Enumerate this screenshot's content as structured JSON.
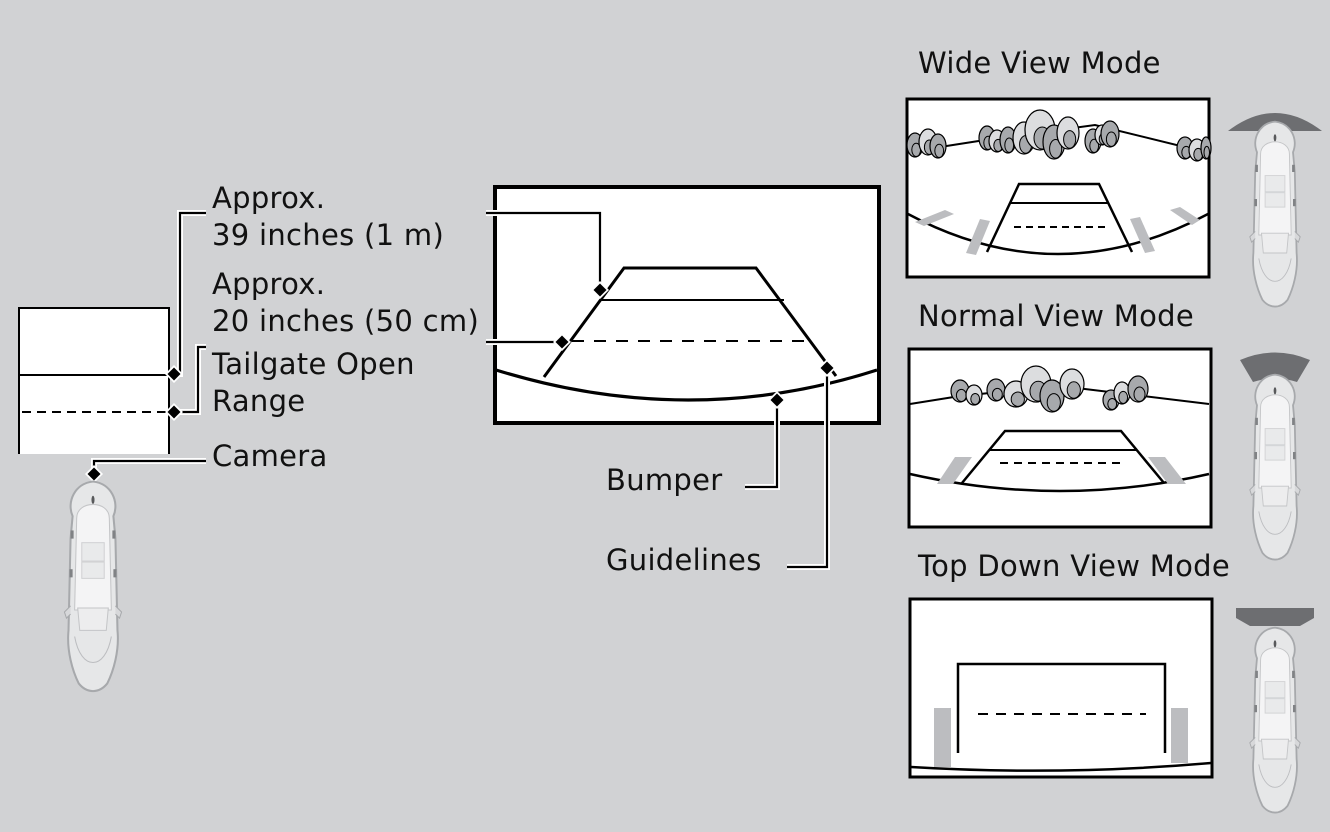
{
  "diagram": {
    "title": "Rearview camera guidelines and view modes",
    "background_color": "#d1d2d4",
    "guideline_color": "#000000",
    "callouts": {
      "distance_1m": {
        "line1": "Approx.",
        "line2": "39 inches (1 m)"
      },
      "distance_50cm": {
        "line1": "Approx.",
        "line2": "20 inches (50 cm)"
      },
      "tailgate": {
        "line1": "Tailgate Open",
        "line2": "Range"
      },
      "camera": "Camera",
      "bumper": "Bumper",
      "guidelines": "Guidelines"
    },
    "view_modes": [
      {
        "name": "Wide View Mode",
        "icon": "wide-view-fan-icon"
      },
      {
        "name": "Normal View Mode",
        "icon": "normal-view-fan-icon"
      },
      {
        "name": "Top Down View Mode",
        "icon": "top-down-view-icon"
      }
    ],
    "vehicle_icon": "vehicle-top-view-icon",
    "colors": {
      "screen_fill": "#ffffff",
      "view_fan": "#6d6e71",
      "parking_marks": "#bcbdc0",
      "tree_light": "#dcdddf",
      "tree_mid": "#a7a9ac",
      "tree_dark": "#58595b"
    }
  }
}
